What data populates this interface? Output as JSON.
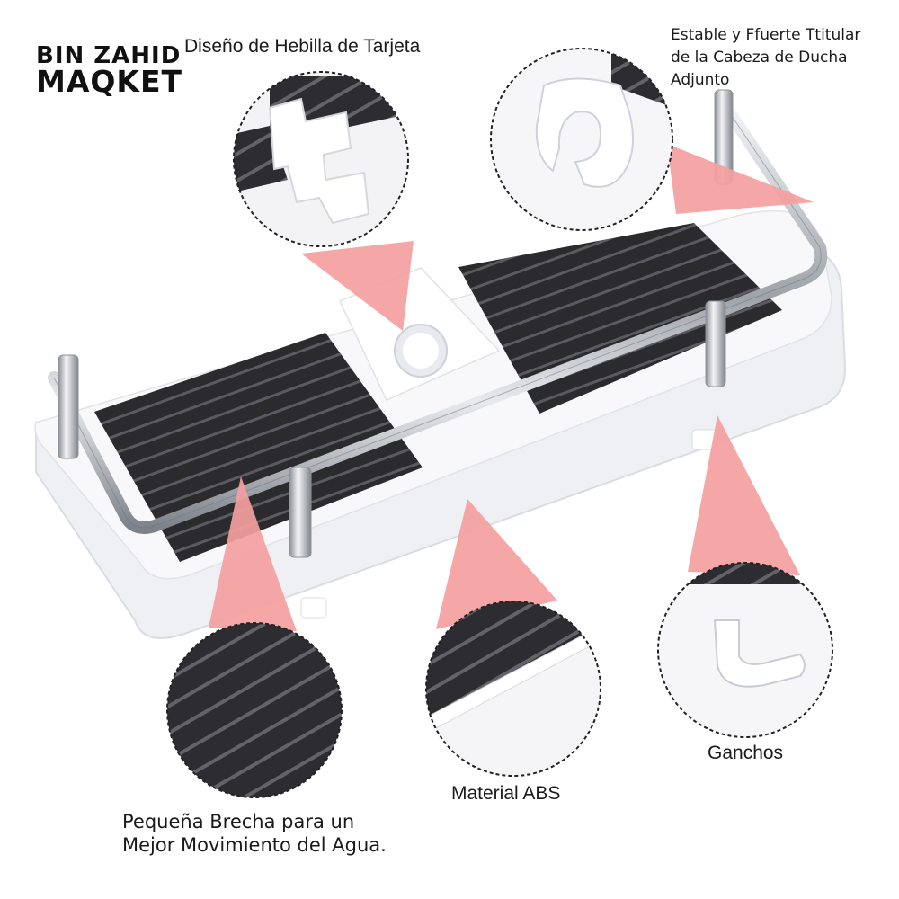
{
  "brand": {
    "line1": "BIN ZAHID",
    "line2": "MAQKET"
  },
  "labels": {
    "buckle": "Diseño de Hebilla de Tarjeta",
    "holder_line1": "Estable y Ffuerte Ttitular",
    "holder_line2": "de la Cabeza de Ducha",
    "holder_line3": "Adjunto",
    "gap_line1": "Pequeña Brecha para un",
    "gap_line2": "Mejor Movimiento del Agua.",
    "material": "Material ABS",
    "hooks": "Ganchos"
  },
  "colors": {
    "callout_pink": "#f4a0a0",
    "mat_dark": "#2b2b2e",
    "tray_white": "#f7f7f9",
    "chrome": "#c9ccd1"
  }
}
